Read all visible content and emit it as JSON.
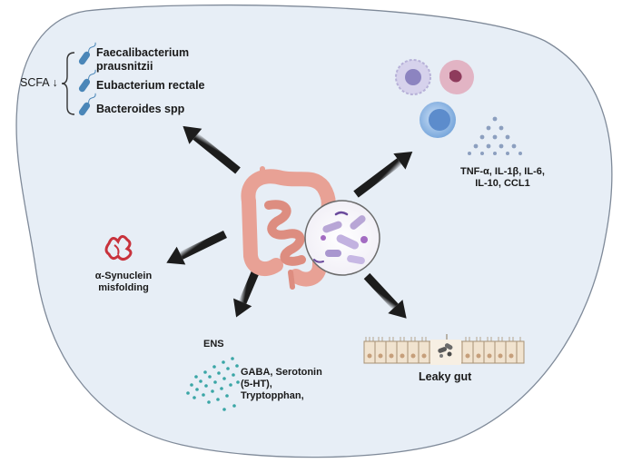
{
  "scfa": {
    "label": "SCFA",
    "arrow": "↓",
    "bacteria": [
      {
        "line1": "Faecalibacterium",
        "line2": "prausnitzii"
      },
      {
        "line1": "Eubacterium rectale",
        "line2": ""
      },
      {
        "line1": "Bacteroides spp",
        "line2": ""
      }
    ]
  },
  "cytokines": {
    "line1": "TNF-α, IL-1β, IL-6,",
    "line2": "IL-10, CCL1"
  },
  "synuclein": {
    "line1": "α-Synuclein",
    "line2": "misfolding"
  },
  "ens": {
    "label": "ENS",
    "line1": "GABA, Serotonin",
    "line2": "(5-HT),",
    "line3": "Tryptopphan,"
  },
  "leaky": {
    "label": "Leaky gut"
  },
  "colors": {
    "background_blob": "#e7eef6",
    "blob_outline": "#7f8a99",
    "arrow": "#1c1c1c",
    "bacteria_blue": "#4a86b8",
    "synuclein_red": "#c8323c",
    "gut_pink": "#e8a195",
    "microbe_purple": "#b8a6d6",
    "dots_teal": "#3aa6a6"
  },
  "icons": [
    "bacterium-icon",
    "synuclein-protein-icon",
    "intestine-icon",
    "microbiome-magnifier-icon",
    "immune-cell-icon",
    "cytokine-dots-icon",
    "neurotransmitter-dots-icon",
    "epithelium-barrier-icon"
  ]
}
